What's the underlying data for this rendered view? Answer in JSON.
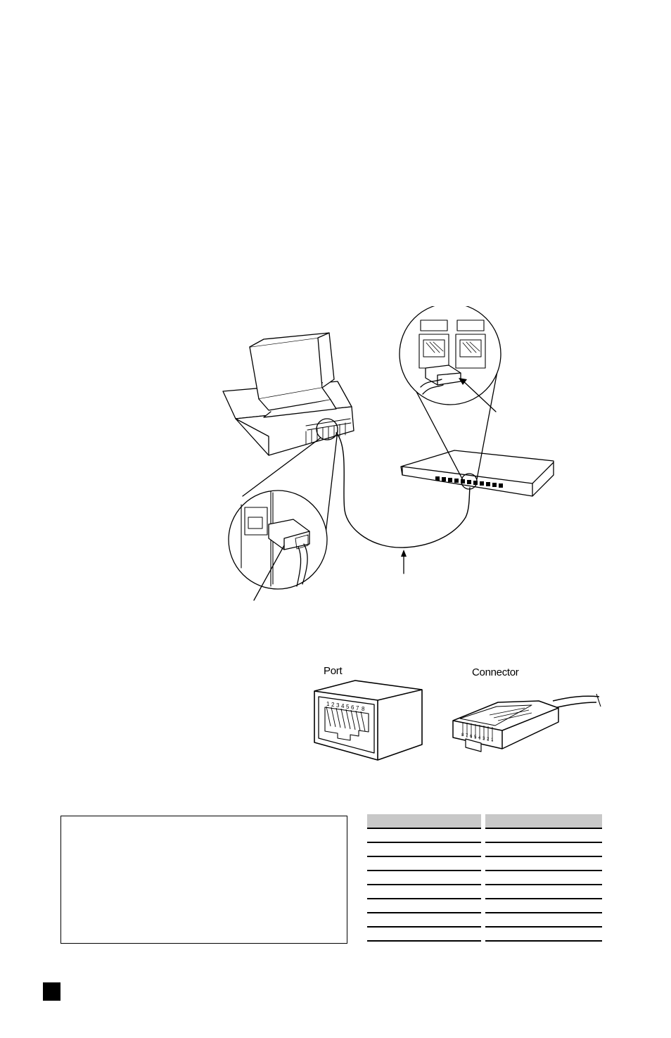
{
  "figures": {
    "connection": {
      "icons": [
        "computer-icon",
        "switch-icon",
        "rj45-plug-icon",
        "network-cable-icon"
      ]
    },
    "rj45": {
      "port_label": "Port",
      "connector_label": "Connector",
      "port_pins": [
        "1",
        "2",
        "3",
        "4",
        "5",
        "6",
        "7",
        "8"
      ],
      "connector_pins": [
        "8",
        "7",
        "6",
        "5",
        "4",
        "3",
        "2",
        "1"
      ]
    }
  },
  "pin_table": {
    "header": [
      "",
      ""
    ],
    "rows": [
      [
        "",
        ""
      ],
      [
        "",
        ""
      ],
      [
        "",
        ""
      ],
      [
        "",
        ""
      ],
      [
        "",
        ""
      ],
      [
        "",
        ""
      ],
      [
        "",
        ""
      ],
      [
        "",
        ""
      ]
    ]
  },
  "colors": {
    "ink": "#000000",
    "table_header": "#c8c8c8",
    "paper": "#ffffff"
  }
}
